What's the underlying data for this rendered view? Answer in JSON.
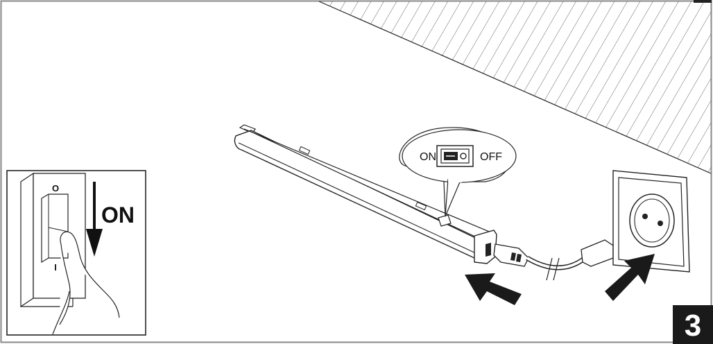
{
  "inset": {
    "switch_top_symbol": "O",
    "switch_bottom_symbol": "I",
    "direction_label": "ON"
  },
  "callout": {
    "on_label": "ON",
    "off_label": "OFF"
  },
  "step_number": "3",
  "colors": {
    "line": "#1a1a1a",
    "arrow_fill": "#1a1a1a",
    "frame": "#888888",
    "badge_bg": "#1a1a1a",
    "badge_text": "#ffffff"
  }
}
